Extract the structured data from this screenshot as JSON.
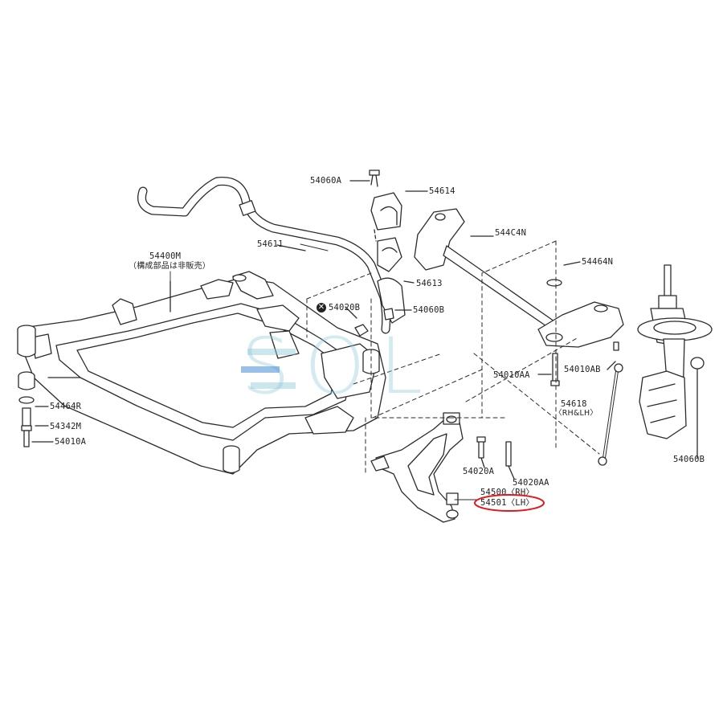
{
  "watermark": "SOL",
  "colors": {
    "line": "#2b2b2b",
    "highlight": "#e0191e",
    "watermark": "#8cc8d7"
  },
  "callouts": {
    "p54060a_top": "54060A",
    "p54614": "54614",
    "p544c4n": "544C4N",
    "p54611": "54611",
    "p54400m": "54400M",
    "p54400m_note": "（構成部品は非販売）",
    "p54613": "54613",
    "p54464n": "54464N",
    "p54020b": "54020B",
    "p54060b_mid": "54060B",
    "p54010aa": "54010AA",
    "p54010ab": "54010AB",
    "p54464r": "54464R",
    "p54342m": "54342M",
    "p54010a": "54010A",
    "p54618": "54618",
    "p54618_note": "〈RH&LH〉",
    "p54060b_right": "54060B",
    "p54020a": "54020A",
    "p54020aa": "54020AA",
    "p54500": "54500〈RH〉",
    "p54501": "54501〈LH〉"
  }
}
